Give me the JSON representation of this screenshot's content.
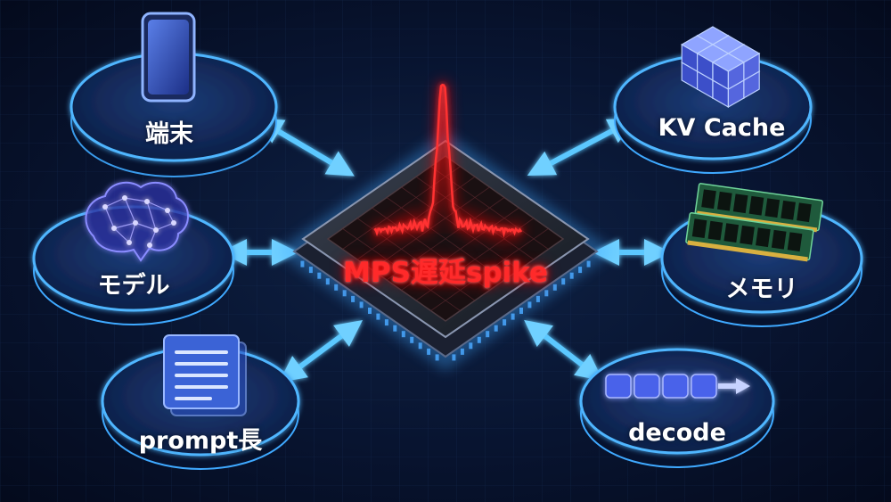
{
  "center": {
    "label": "MPS遅延spike"
  },
  "nodes": [
    {
      "id": "device",
      "label": "端末",
      "icon": "smartphone-icon"
    },
    {
      "id": "model",
      "label": "モデル",
      "icon": "brain-network-icon"
    },
    {
      "id": "prompt",
      "label": "prompt長",
      "icon": "document-icon"
    },
    {
      "id": "kvcache",
      "label": "KV Cache",
      "icon": "cube-stack-icon"
    },
    {
      "id": "memory",
      "label": "メモリ",
      "icon": "ram-module-icon"
    },
    {
      "id": "decode",
      "label": "decode",
      "icon": "token-sequence-icon"
    }
  ],
  "colors": {
    "background": "#081430",
    "accent": "#3fa9ff",
    "arrow": "#5cc8ff",
    "spike": "#ff2020"
  }
}
